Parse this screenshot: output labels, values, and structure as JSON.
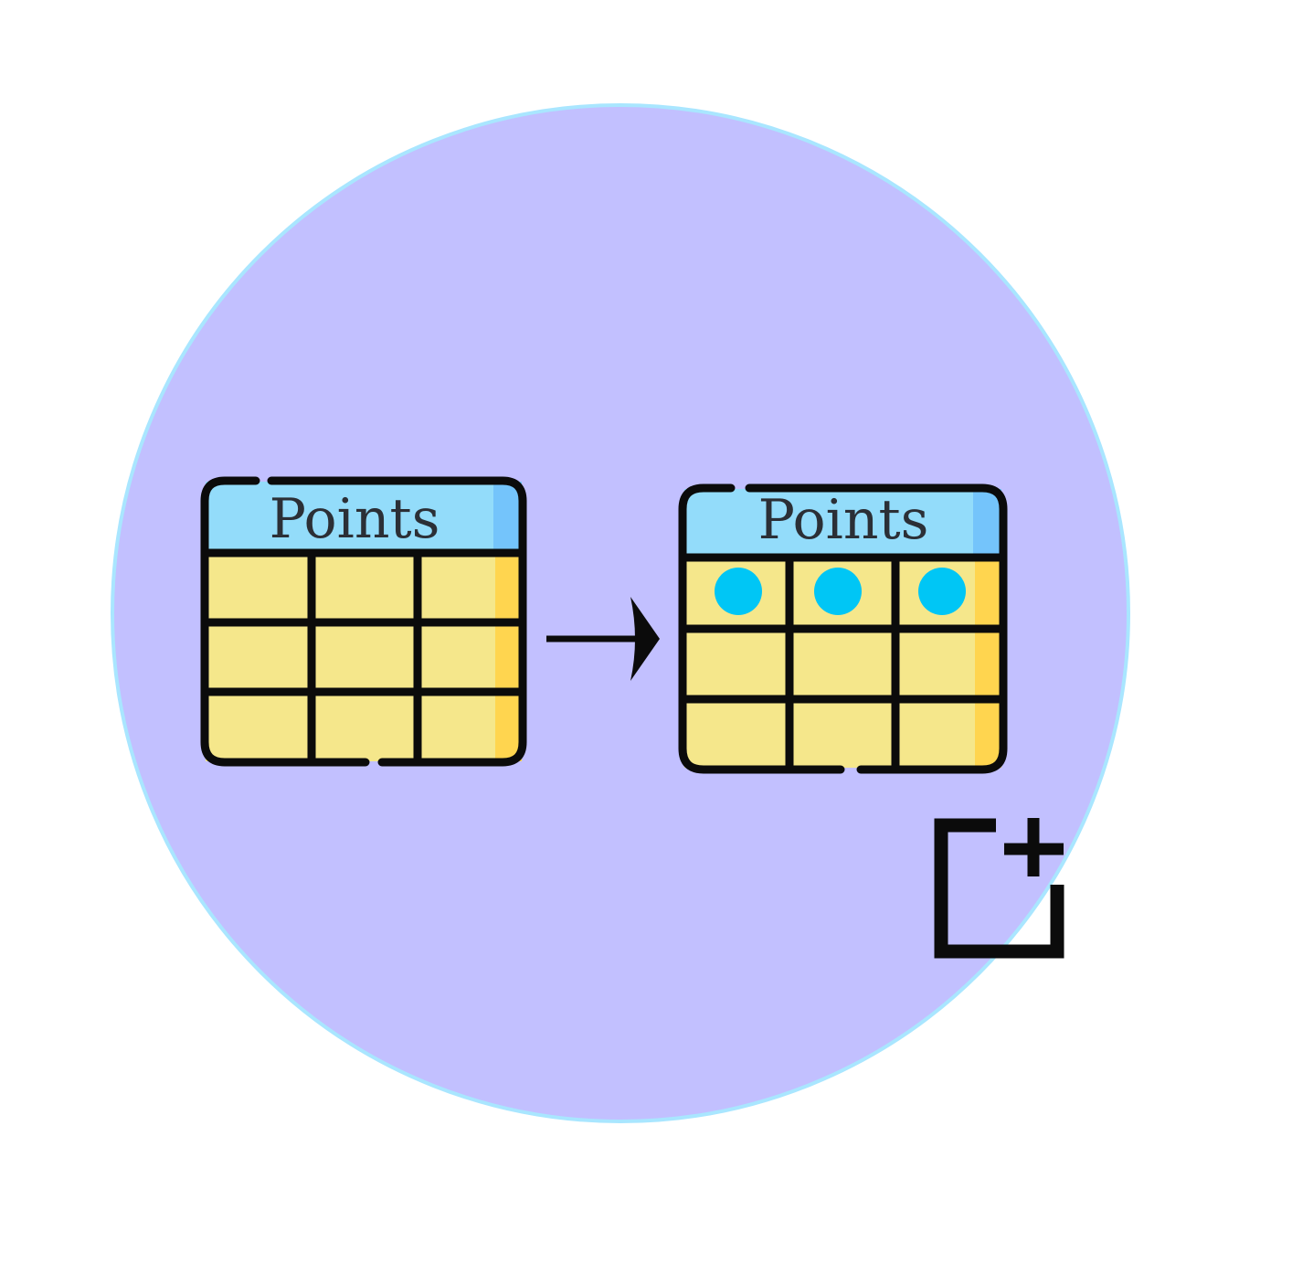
{
  "colors": {
    "circle_fill": "#c2c0ff",
    "circle_stroke": "#a9e6ff",
    "header_fill": "#93dcfa",
    "header_shade": "#74c4fb",
    "cell_fill": "#f5e78b",
    "cell_shade": "#ffd54f",
    "dot_fill": "#00c6f5",
    "outline": "#0b0b0b"
  },
  "tables": [
    {
      "title": "Points",
      "rows": 3,
      "columns": 3,
      "dots_in_first_row": 0
    },
    {
      "title": "Points",
      "rows": 3,
      "columns": 3,
      "dots_in_first_row": 3
    }
  ],
  "icons": {
    "arrow": "right-arrow-icon",
    "add": "add-to-frame-icon"
  }
}
